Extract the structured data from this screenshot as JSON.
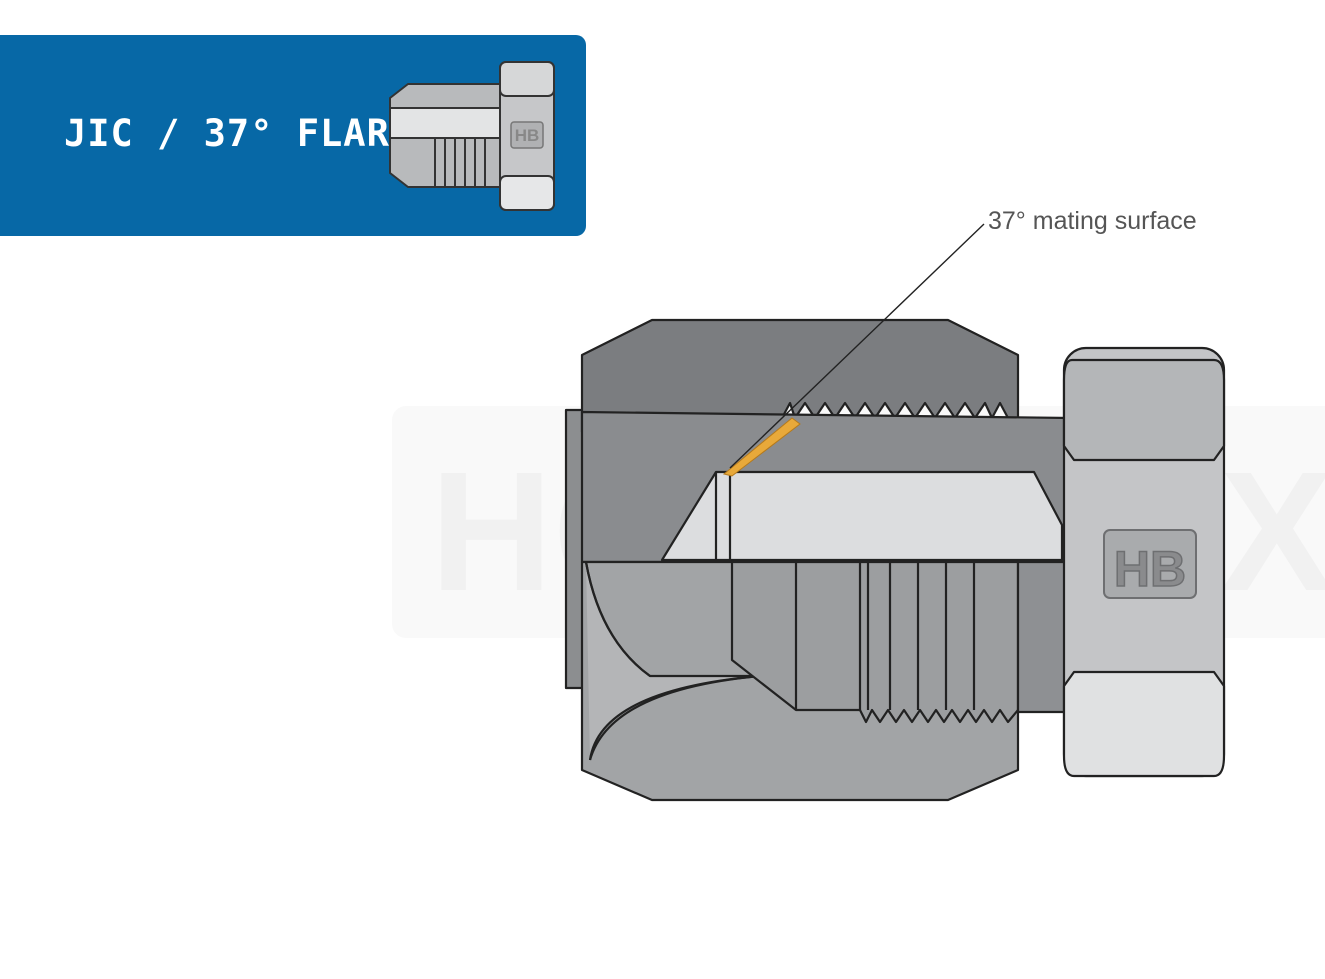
{
  "banner": {
    "title": "JIC / 37° FLARE",
    "color": "#0768a6"
  },
  "diagram": {
    "callout_label": "37° mating surface",
    "hex_nut_logo": "HB",
    "thumbnail_logo": "HB",
    "highlight_color": "#e8a93a"
  },
  "watermark": {
    "letters_left": "HC",
    "letters_right": "X"
  }
}
